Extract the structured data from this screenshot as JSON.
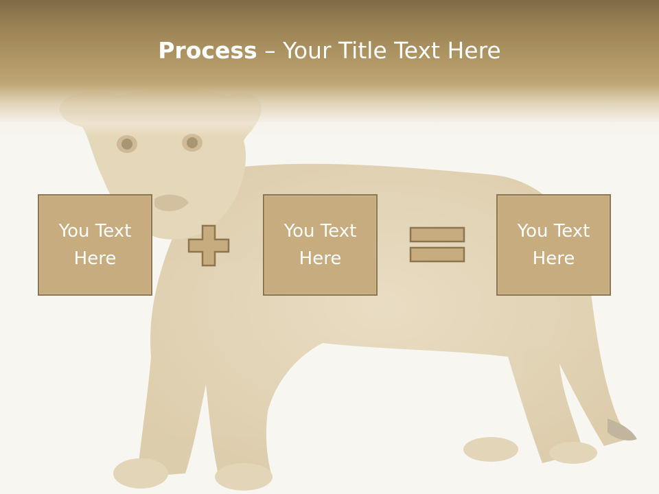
{
  "slide": {
    "title_bold": "Process",
    "title_rest": " – Your Title Text Here",
    "boxes": [
      {
        "line1": "You Text",
        "line2": "Here"
      },
      {
        "line1": "You Text",
        "line2": "Here"
      },
      {
        "line1": "You Text",
        "line2": "Here"
      }
    ],
    "operators": [
      "plus-icon",
      "equals-icon"
    ],
    "background_image": "lion-cub"
  },
  "colors": {
    "header": "#9c8355",
    "box_fill": "#c6ac7e",
    "box_border": "#8d7550",
    "text": "#ffffff",
    "background": "#f8f6f1"
  }
}
